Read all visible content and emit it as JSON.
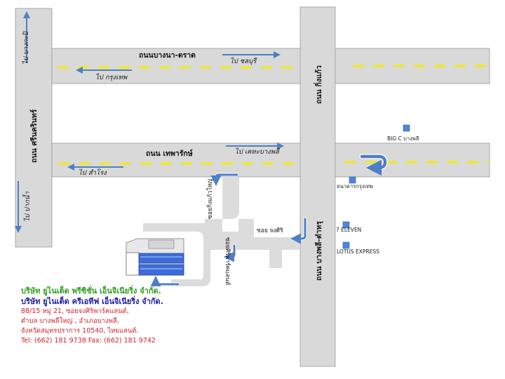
{
  "roads": {
    "bangna_trat": {
      "name": "ถนนบางนา-ตราด",
      "dir_east": "ไป ชลบุรี",
      "dir_west": "ไป กรุงเทพ"
    },
    "theparak": {
      "name": "ถนน เทพารักษ์",
      "dir_east": "ไป เคหะบางพลี",
      "dir_west": "ไป สำโรง"
    },
    "srinakarin": {
      "name": "ถนน ศรีนครินทร์",
      "dir_north": "ไป บางกะปิ",
      "dir_south": "ไป ปากน้ำ"
    },
    "king_kaew": {
      "name": "ถนน กิ่งแก้ว"
    },
    "bangphli_tamru": {
      "name": "ถนน บางพลี-ตำหรุ"
    }
  },
  "sois": {
    "ching_siri": "ซอย จงศิริ",
    "king_kaew_yai": "ซอยกิ่งแก้วใหญ่",
    "sirin_park": "ซอยศิริพาร์คแลนด์"
  },
  "landmarks": {
    "big_c": "BIG C บางพลี",
    "bangkok_bank": "ธนาคารกรุงเทพ",
    "seven_eleven": "7 ELEVEN",
    "lotus": "LOTUS EXPRESS"
  },
  "colors": {
    "road": "#d9d9d9",
    "road_edge": "#9a9a9a",
    "centerline": "#f2ea1c",
    "arrow": "#4f7fc4",
    "marker": "#4f86d6",
    "company_green": "#2e9e1f",
    "company_blue": "#1a1aa8",
    "address_red": "#d4202a"
  },
  "company": {
    "name_1": "บริษัท ยูไนเต็ด พรีซิชั่น เอ็นจิเนียริ่ง จำกัด.",
    "name_2": "บริษัท ยูไนเต็ด ครีเอทีฟ เอ็นจิเนียริ่ง จำกัด.",
    "address_1": "88/15 หมู่ 21, ซอยจงศิริพาร์คแลนด์,",
    "address_2": "ตำบล บางพลีใหญ่ , อำเภอบางพลี,",
    "address_3": "จังหวัดสมุทรปราการ 10540, ไทยแลนด์.",
    "phone": "Tel: (662) 181 9738  Fax: (662) 181 9742"
  },
  "icons": {
    "direction": "arrow-icon",
    "uturn": "u-turn-icon",
    "poi": "square-marker-icon",
    "factory": "factory-building-icon"
  }
}
